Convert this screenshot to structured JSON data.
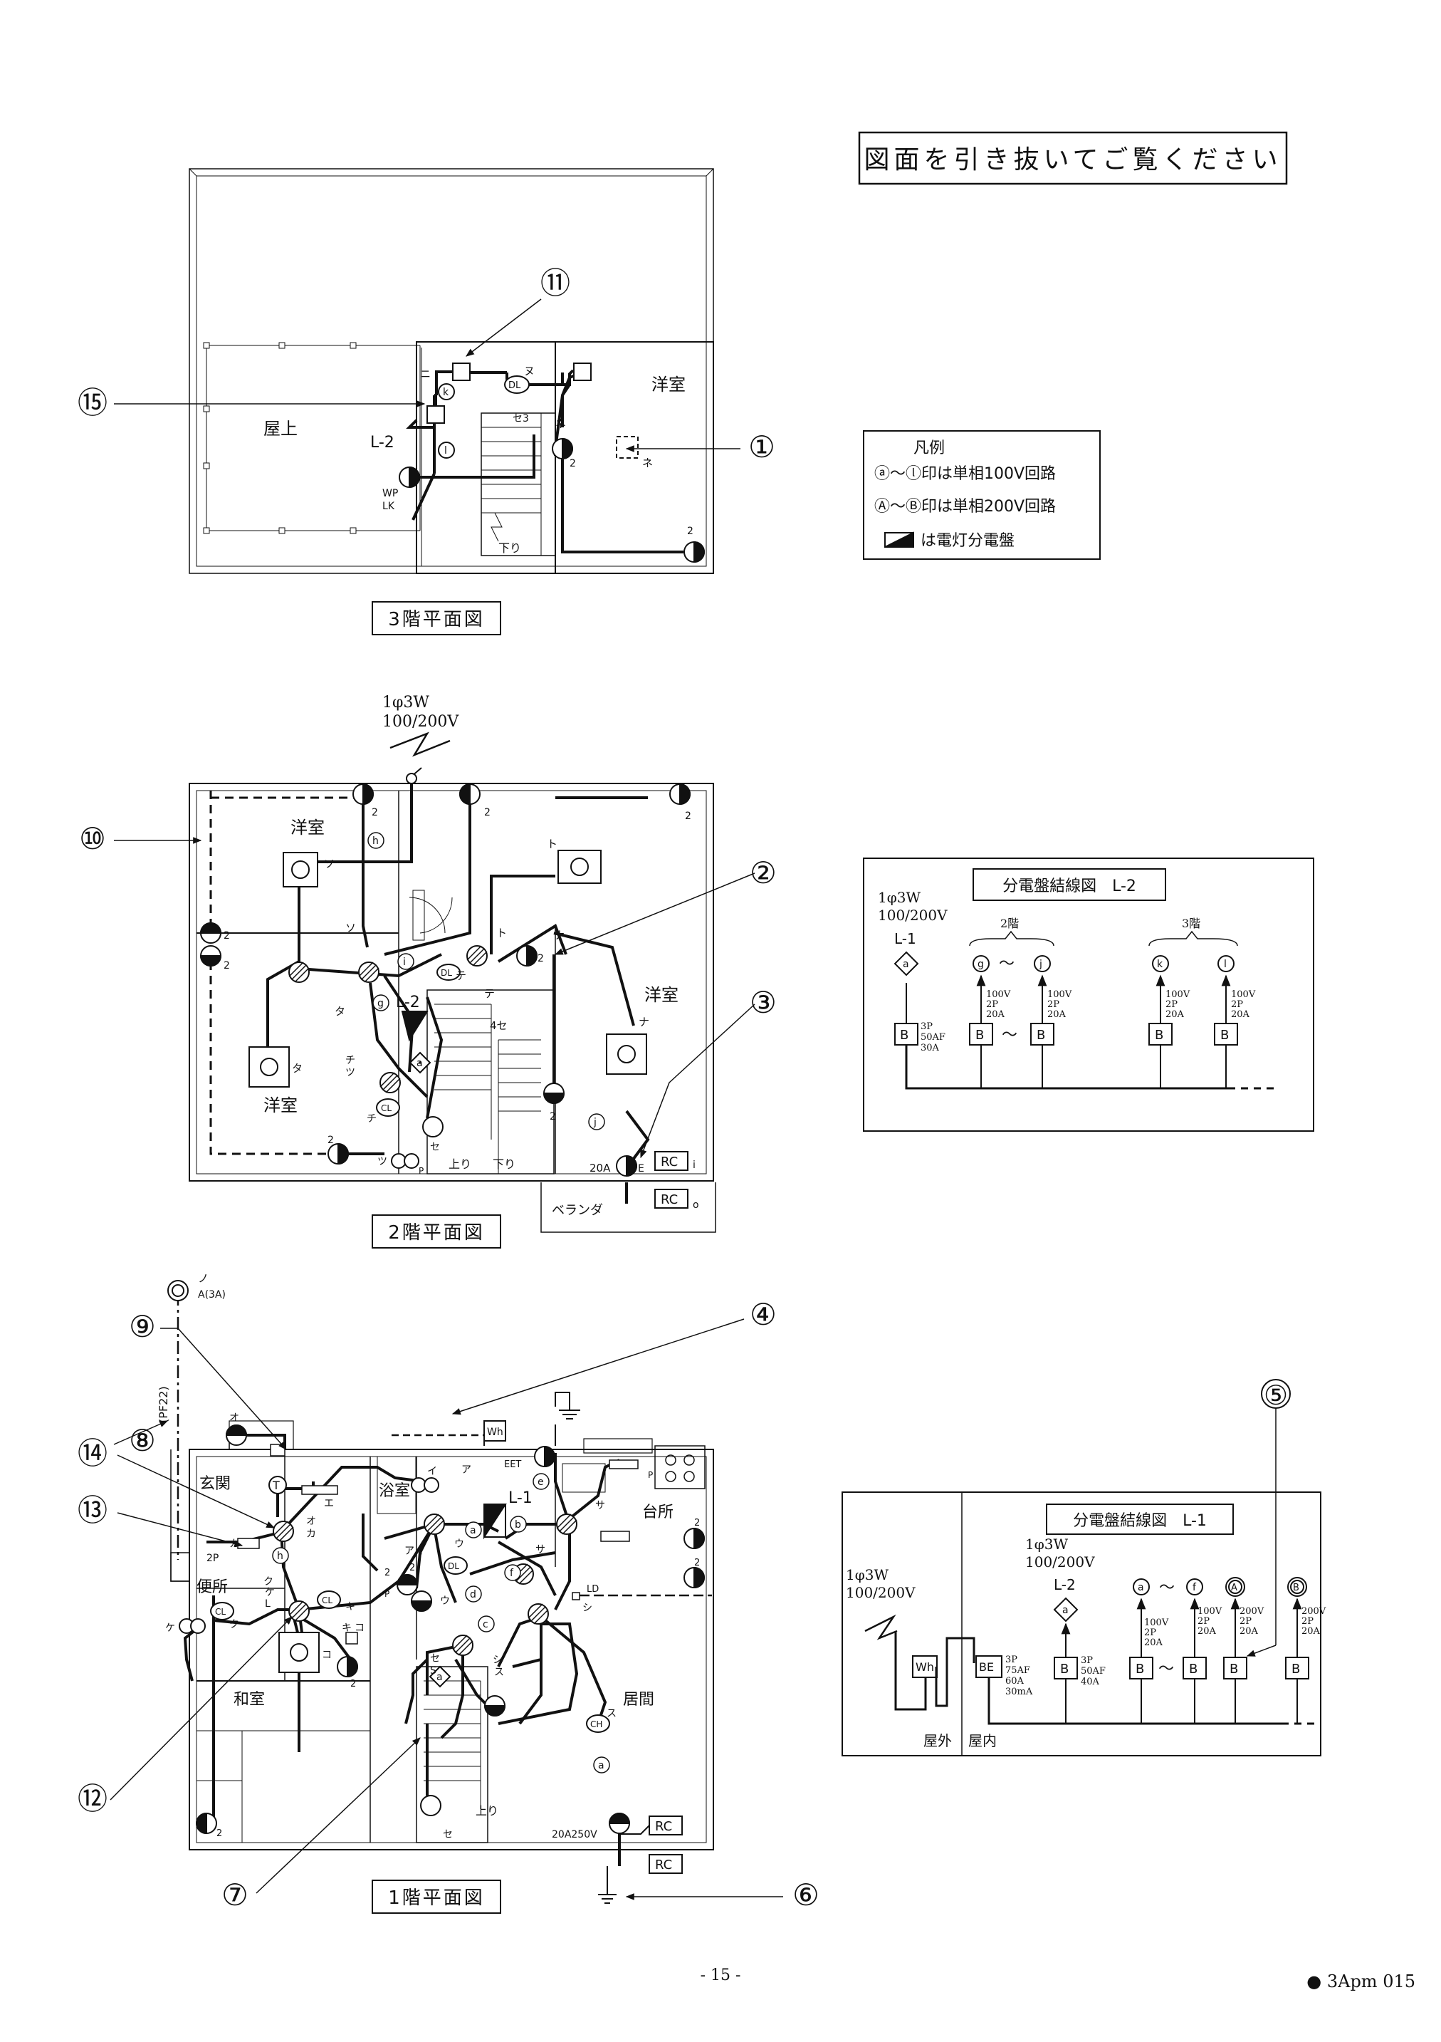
{
  "notice": "図面を引き抜いてご覧ください",
  "floor3": {
    "title": "3階平面図",
    "room_rooftop": "屋上",
    "room_western": "洋室",
    "panel": "L-2",
    "down": "下り",
    "wp": "WP",
    "lk": "LK",
    "labels": [
      "ニ",
      "ヌ",
      "セ3",
      "ネ",
      "ネ",
      "2",
      "2"
    ],
    "callouts": [
      "⑪",
      "⑮",
      "①"
    ],
    "circle_k": "k",
    "circle_l": "l",
    "dl": "DL"
  },
  "floor2": {
    "title": "2階平面図",
    "supply_line1": "1φ3W",
    "supply_line2": "100/200V",
    "room_nw": "洋室",
    "room_sw": "洋室",
    "room_e": "洋室",
    "panel": "L-2",
    "veranda": "ベランダ",
    "up": "上り",
    "down": "下り",
    "amp": "20A",
    "rc": "RC",
    "rc_i": "i",
    "rc_o": "o",
    "e_mark": "E",
    "callouts": [
      "⑩",
      "②",
      "③"
    ],
    "kana": [
      "ソ",
      "ソ",
      "タ",
      "タ",
      "ト",
      "ト",
      "ナ",
      "ナ",
      "テ",
      "テ",
      "4セ",
      "チ",
      "ツ",
      "チ",
      "ツ",
      "セ",
      "2",
      "2",
      "2",
      "2",
      "2",
      "2",
      "2",
      "2",
      "P"
    ],
    "circles": [
      "h",
      "i",
      "g",
      "j",
      "a"
    ],
    "cl": "CL",
    "dl": "DL"
  },
  "floor1": {
    "title": "1階平面図",
    "room_entrance": "玄関",
    "room_bath": "浴室",
    "room_kitchen": "台所",
    "room_toilet": "便所",
    "room_japanese": "和室",
    "room_living": "居間",
    "panel": "L-1",
    "pf": "(PF22)",
    "outdoor_no": "ノ",
    "outdoor_amp": "A(3A)",
    "up": "上り",
    "amp": "20A250V",
    "rc": "RC",
    "wh": "Wh",
    "eet": "EET",
    "ld": "LD",
    "two_p": "2P",
    "ch": "CH",
    "cl": "CL",
    "dl": "DL",
    "callouts": [
      "⑨",
      "⑧",
      "④",
      "⑭",
      "⑬",
      "⑫",
      "⑦",
      "⑥"
    ],
    "kana": [
      "オ",
      "エ",
      "オ",
      "カ",
      "カ",
      "ク",
      "ケ",
      "L",
      "ク",
      "ケ",
      "キ",
      "キ",
      "コ",
      "コ",
      "イ",
      "ア",
      "ア",
      "イ",
      "ウ",
      "ウ",
      "サ",
      "サ",
      "シ",
      "シ",
      "ス",
      "ス",
      "セ",
      "S",
      "セ",
      "2",
      "2",
      "2",
      "2",
      "2",
      "2",
      "P",
      "P"
    ],
    "circles": [
      "b",
      "e",
      "h",
      "a",
      "d",
      "c",
      "f",
      "a",
      "b"
    ]
  },
  "legend": {
    "title": "凡例",
    "line1": "ⓐ～ⓛ印は単相100V回路",
    "line2": "Ⓐ～Ⓑ印は単相200V回路",
    "line3": "は電灯分電盤"
  },
  "l2": {
    "title": "分電盤結線図　L-2",
    "supply1": "1φ3W",
    "supply2": "100/200V",
    "panel": "L-1",
    "floor2": "2階",
    "floor3": "3階",
    "main_breaker": [
      "3P",
      "50AF",
      "30A"
    ],
    "branch": [
      "100V",
      "2P",
      "20A"
    ],
    "circuits": [
      "g",
      "j",
      "k",
      "l"
    ],
    "source": "a",
    "tilde": "～",
    "b": "B"
  },
  "l1": {
    "title": "分電盤結線図　L-1",
    "supply1": "1φ3W",
    "supply2": "100/200V",
    "l2_label": "L-2",
    "wh": "Wh",
    "be": "BE",
    "be_spec": [
      "3P",
      "75AF",
      "60A",
      "30mA"
    ],
    "l2_breaker": [
      "3P",
      "50AF",
      "40A"
    ],
    "branch100": [
      "100V",
      "2P",
      "20A"
    ],
    "branch200": [
      "200V",
      "2P",
      "20A"
    ],
    "circuits": [
      "a",
      "f",
      "A",
      "B"
    ],
    "source": "a",
    "outdoor": "屋外",
    "indoor": "屋内",
    "callout": "⑤",
    "tilde": "～",
    "b": "B"
  },
  "footer": {
    "page": "- 15 -",
    "code": "● 3Apm 015"
  }
}
